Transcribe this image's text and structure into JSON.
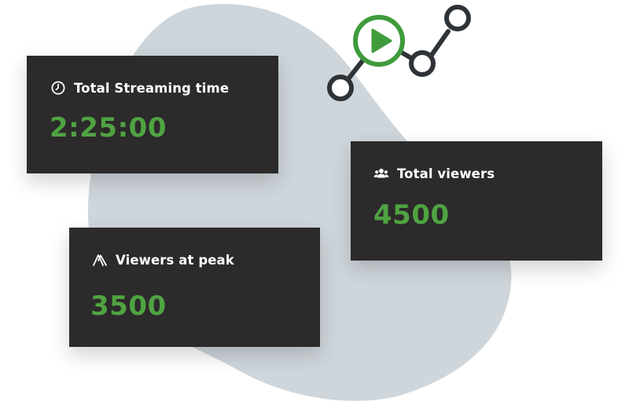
{
  "colors": {
    "card_background": "#2c2a2b",
    "value_green": "#4fa341",
    "blob_gray": "#cfd6db",
    "node_outline": "#2e3338",
    "play_green": "#3f9b3c"
  },
  "network_graphic": {
    "icons": [
      "play-icon"
    ]
  },
  "cards": {
    "streaming": {
      "icon": "clock-icon",
      "label": "Total Streaming time",
      "value": "2:25:00"
    },
    "viewers": {
      "icon": "users-icon",
      "label": "Total viewers",
      "value": "4500"
    },
    "peak": {
      "icon": "peak-icon",
      "label": "Viewers at peak",
      "value": "3500"
    }
  }
}
